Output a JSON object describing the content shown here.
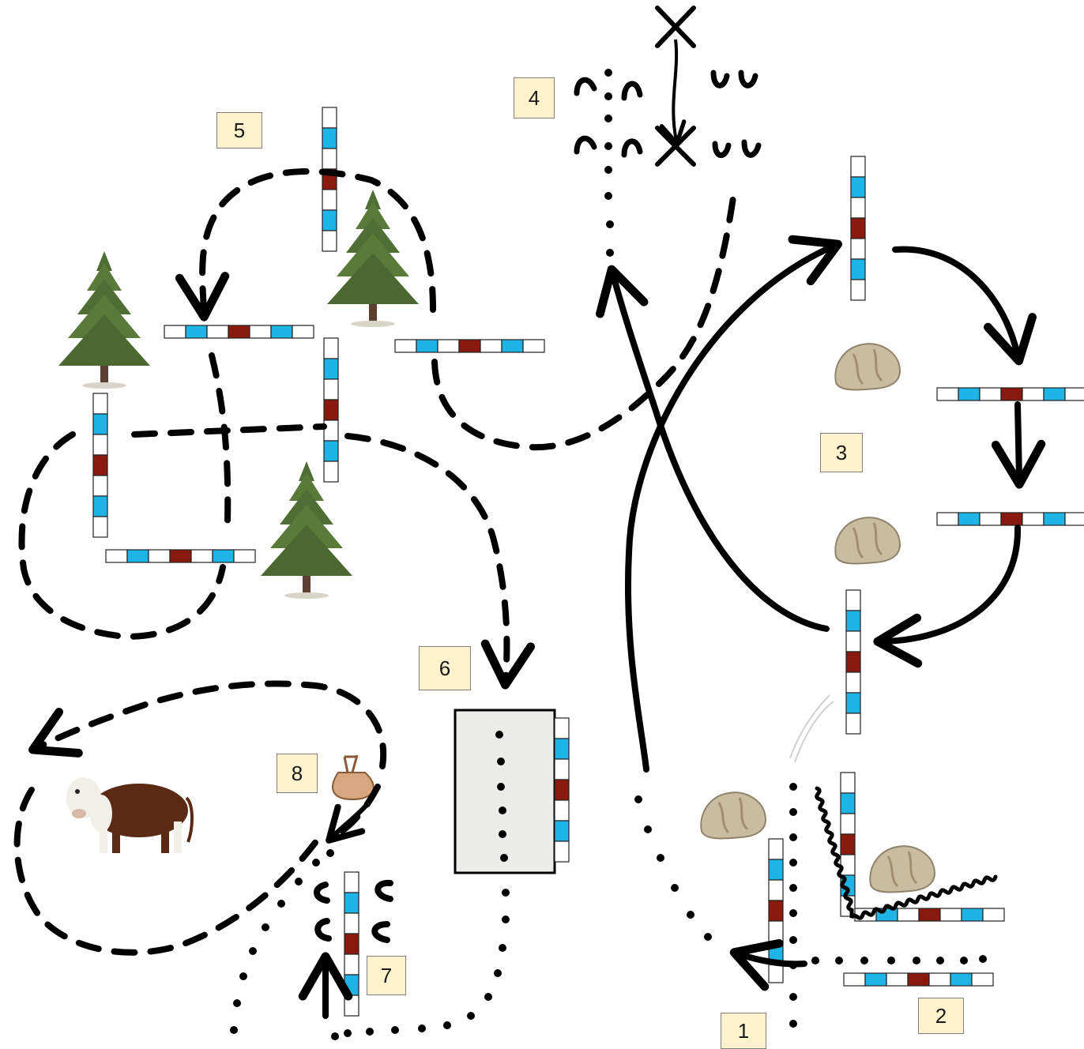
{
  "labels": [
    "1",
    "2",
    "3",
    "4",
    "5",
    "6",
    "7",
    "8"
  ],
  "icons": {
    "tree": "pine-tree-icon",
    "rock": "boulder-icon",
    "cow": "hereford-cow-icon",
    "bag": "sack-icon",
    "cross": "x-mark-icon",
    "pole": "striped-range-pole-icon"
  },
  "colors": {
    "line": "#000000",
    "pole_blue": "#1fb4e6",
    "pole_red": "#8b1a0e",
    "label_fill": "#fff2cc",
    "tree_green": "#5a7a3a",
    "rock": "#c9bca0",
    "cow_brown": "#5a2a14"
  }
}
